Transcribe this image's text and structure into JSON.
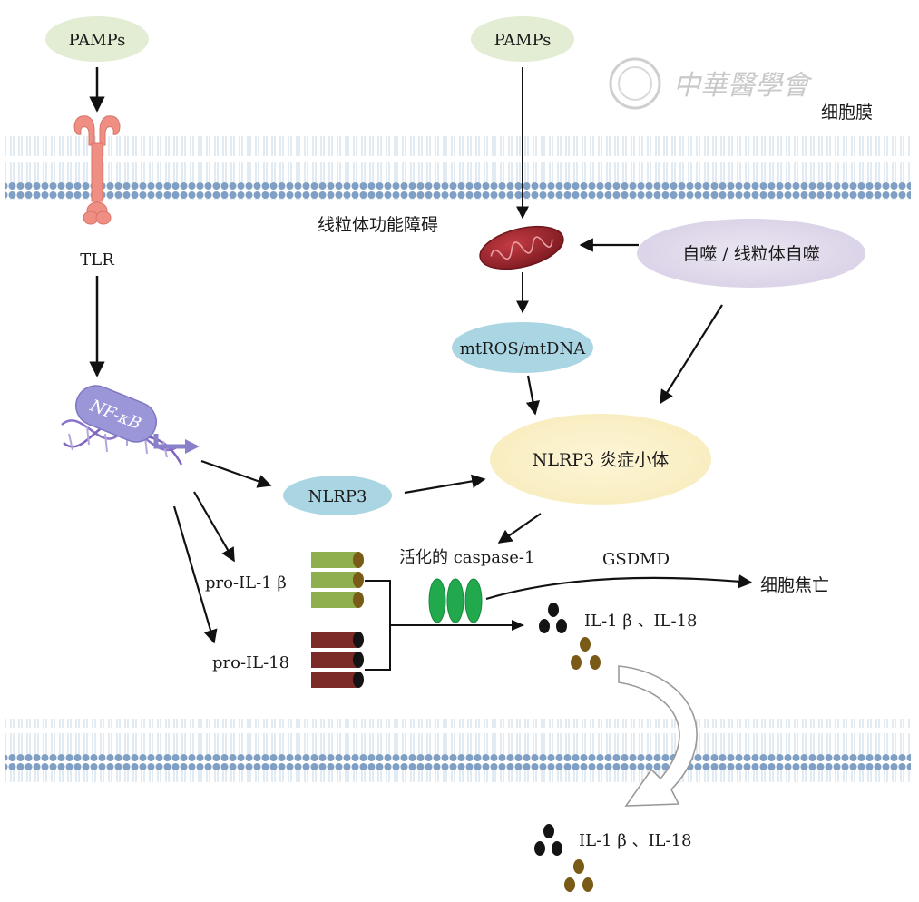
{
  "membrane_label": "细胞膜",
  "watermark": "中華醫學會",
  "pamps_left": "PAMPs",
  "pamps_right": "PAMPs",
  "tlr": "TLR",
  "nfkb": "NF-κB",
  "mito_dysfunction": "线粒体功能障碍",
  "autophagy": "自噬 / 线粒体自噬",
  "mtros": "mtROS/mtDNA",
  "inflammasome": "NLRP3 炎症小体",
  "nlrp3": "NLRP3",
  "caspase": "活化的 caspase-1",
  "gsdmd": "GSDMD",
  "pyroptosis": "细胞焦亡",
  "pro_il1b": "pro-IL-1 β",
  "pro_il18": "pro-IL-18",
  "il_mature": "IL-1 β 、IL-18",
  "il_secreted": "IL-1 β 、IL-18",
  "colors": {
    "pamps_fill": "#e3edd3",
    "tlr_fill": "#ef8f84",
    "nfkb_fill": "#9b96d8",
    "mito_fill": "#a3262e",
    "autophagy_fill": "#e2dcec",
    "mtros_fill": "#aad6e4",
    "inflammasome_fill": "#fbf1c9",
    "caspase_fill": "#22a84d",
    "il1b_green": "#8fae4d",
    "il18_red": "#7b2b28",
    "il_black": "#141414",
    "il_brown": "#7a5a17",
    "membrane_blue": "#7f9fc4"
  }
}
